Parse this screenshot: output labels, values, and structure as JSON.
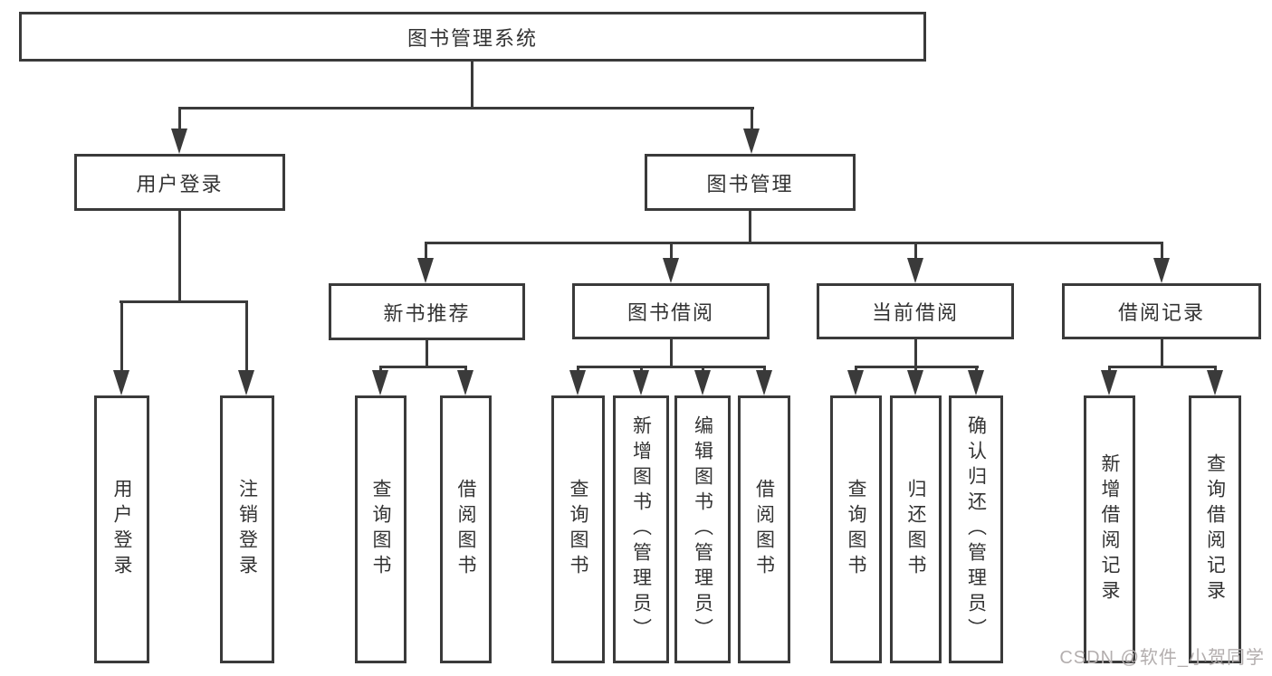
{
  "diagram": {
    "title": "图书管理系统",
    "watermark": "CSDN @软件_小贺同学",
    "colors": {
      "line": "#3a3a3a",
      "text": "#333333",
      "watermark": "#b3aeae",
      "background": "#ffffff"
    },
    "branches": [
      {
        "label": "用户登录",
        "children": [
          {
            "label": "用户登录"
          },
          {
            "label": "注销登录"
          }
        ]
      },
      {
        "label": "图书管理",
        "children": [
          {
            "label": "新书推荐",
            "children": [
              {
                "label": "查询图书"
              },
              {
                "label": "借阅图书"
              }
            ]
          },
          {
            "label": "图书借阅",
            "children": [
              {
                "label": "查询图书"
              },
              {
                "label": "新增图书（管理员）"
              },
              {
                "label": "编辑图书（管理员）"
              },
              {
                "label": "借阅图书"
              }
            ]
          },
          {
            "label": "当前借阅",
            "children": [
              {
                "label": "查询图书"
              },
              {
                "label": "归还图书"
              },
              {
                "label": "确认归还（管理员）"
              }
            ]
          },
          {
            "label": "借阅记录",
            "children": [
              {
                "label": "新增借阅记录"
              },
              {
                "label": "查询借阅记录"
              }
            ]
          }
        ]
      }
    ]
  }
}
